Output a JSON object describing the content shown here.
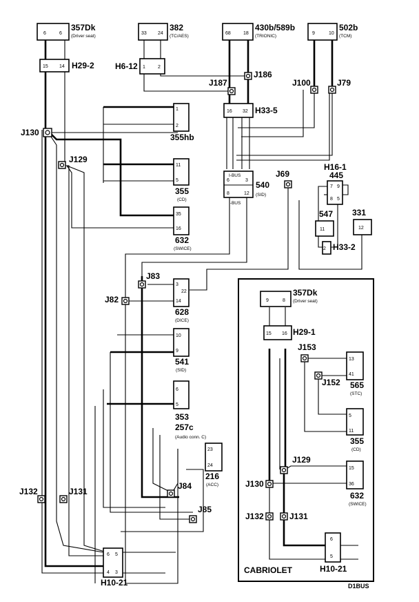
{
  "modules": {
    "m357dk_top": {
      "label": "357Dk",
      "sub": "(Driver seat)",
      "pins": [
        "6",
        "6"
      ]
    },
    "m382": {
      "label": "382",
      "sub": "(TC/AES)",
      "pins": [
        "33",
        "24"
      ]
    },
    "m430b": {
      "label": "430b/589b",
      "sub": "(TRIONIC)",
      "pins": [
        "68",
        "18"
      ]
    },
    "m502b": {
      "label": "502b",
      "sub": "(TCM)",
      "pins": [
        "9",
        "10"
      ]
    },
    "m355hb": {
      "label": "355hb",
      "pins": [
        "1",
        "2"
      ]
    },
    "m355": {
      "label": "355",
      "sub": "(CD)",
      "pins": [
        "11",
        "5"
      ]
    },
    "m632": {
      "label": "632",
      "sub": "(SWICE)",
      "pins": [
        "35",
        "16"
      ]
    },
    "m540": {
      "label": "540",
      "sub": "(SID)",
      "pins": [
        "6",
        "3",
        "8",
        "12"
      ]
    },
    "m445": {
      "label": "445",
      "pins": [
        "7",
        "9",
        "8",
        "5"
      ]
    },
    "m547": {
      "label": "547",
      "pins": [
        "11"
      ]
    },
    "m331": {
      "label": "331",
      "pins": [
        "12"
      ]
    },
    "m628": {
      "label": "628",
      "sub": "(DICE)",
      "pins": [
        "3",
        "22",
        "14"
      ]
    },
    "m541": {
      "label": "541",
      "sub": "(SID)",
      "pins": [
        "10",
        "9"
      ]
    },
    "m353": {
      "label": "353",
      "pins": [
        "6",
        "5"
      ]
    },
    "m257c": {
      "label": "257c",
      "sub": "(Audio conn. C)"
    },
    "m216": {
      "label": "216",
      "sub": "(ACC)",
      "pins": [
        "23",
        "24"
      ]
    },
    "c357dk": {
      "label": "357Dk",
      "sub": "(Driver seat)",
      "pins": [
        "9",
        "8"
      ]
    },
    "c565": {
      "label": "565",
      "sub": "(STC)",
      "pins": [
        "13",
        "41"
      ]
    },
    "c355": {
      "label": "355",
      "sub": "(CD)",
      "pins": [
        "5",
        "11"
      ]
    },
    "c632": {
      "label": "632",
      "sub": "(SWICE)",
      "pins": [
        "15",
        "36"
      ]
    }
  },
  "connectors": {
    "h29_2": {
      "label": "H29-2",
      "pins": [
        "15",
        "14"
      ]
    },
    "h6_12": {
      "label": "H6-12",
      "pins": [
        "1",
        "2"
      ]
    },
    "h33_5": {
      "label": "H33-5",
      "pins": [
        "16",
        "32"
      ]
    },
    "h16_1": {
      "label": "H16-1"
    },
    "h33_2": {
      "label": "H33-2",
      "pins": [
        "2"
      ]
    },
    "h10_21": {
      "label": "H10-21",
      "pins": [
        "6",
        "5",
        "4",
        "3"
      ]
    },
    "h29_1": {
      "label": "H29-1",
      "pins": [
        "15",
        "16"
      ]
    },
    "c_h10_21": {
      "label": "H10-21",
      "pins": [
        "6",
        "5"
      ]
    }
  },
  "junctions": {
    "j187": "J187",
    "j186": "J186",
    "j100": "J100",
    "j79": "J79",
    "j130": "J130",
    "j129": "J129",
    "j69": "J69",
    "j83": "J83",
    "j82": "J82",
    "j84": "J84",
    "j85": "J85",
    "j132": "J132",
    "j131": "J131",
    "c_j153": "J153",
    "c_j152": "J152",
    "c_j129": "J129",
    "c_j130": "J130",
    "c_j132": "J132",
    "c_j131": "J131"
  },
  "bus_labels": {
    "bus_upper": "I-BUS",
    "bus_lower": "I-BUS"
  },
  "cabriolet_title": "CABRIOLET",
  "figure_id": "D1BUS"
}
